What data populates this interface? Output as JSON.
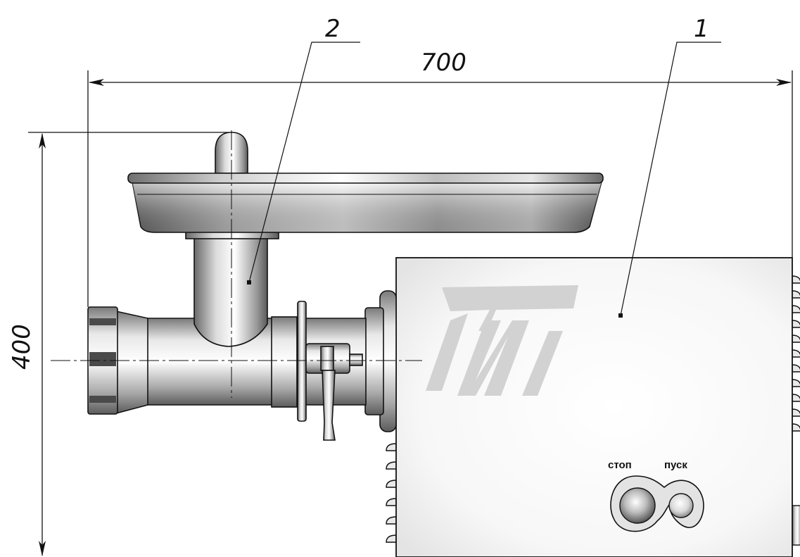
{
  "dimensions": {
    "width_label": "700",
    "height_label": "400"
  },
  "callouts": [
    {
      "label": "1",
      "part": "motor-housing"
    },
    {
      "label": "2",
      "part": "grinder-head"
    }
  ],
  "control_panel": {
    "stop_label": "стоп",
    "start_label": "пуск"
  },
  "colors": {
    "line": "#111111",
    "metal_light": "#f4f4f4",
    "metal_dark": "#6e6e6e",
    "logo": "#d2d2d2"
  }
}
